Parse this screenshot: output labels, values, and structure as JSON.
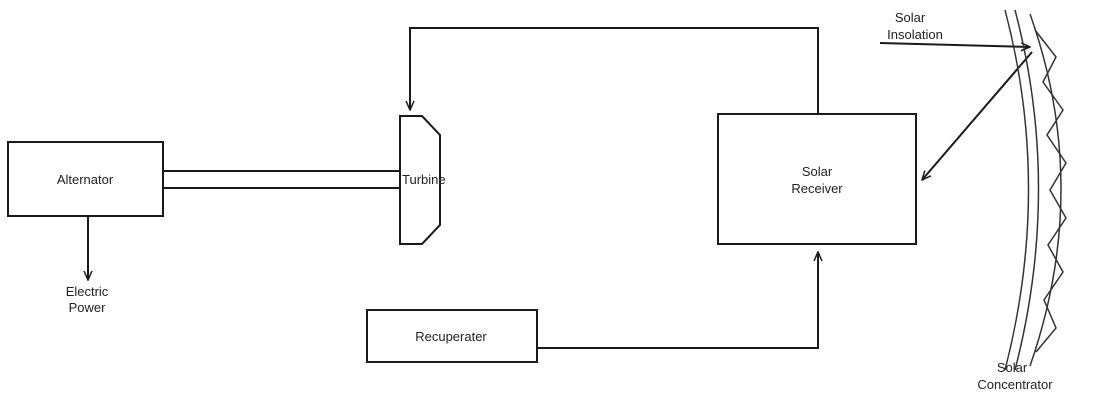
{
  "components": {
    "alternator": "Alternator",
    "turbine": "Turbine",
    "solar_receiver": [
      "Solar",
      "Receiver"
    ],
    "recuperater": "Recuperater",
    "solar_concentrator": [
      "Solar",
      "Concentrator"
    ]
  },
  "labels": {
    "electric_power": [
      "Electric",
      "Power"
    ],
    "solar_insolation": [
      "Solar",
      "Insolation"
    ]
  }
}
